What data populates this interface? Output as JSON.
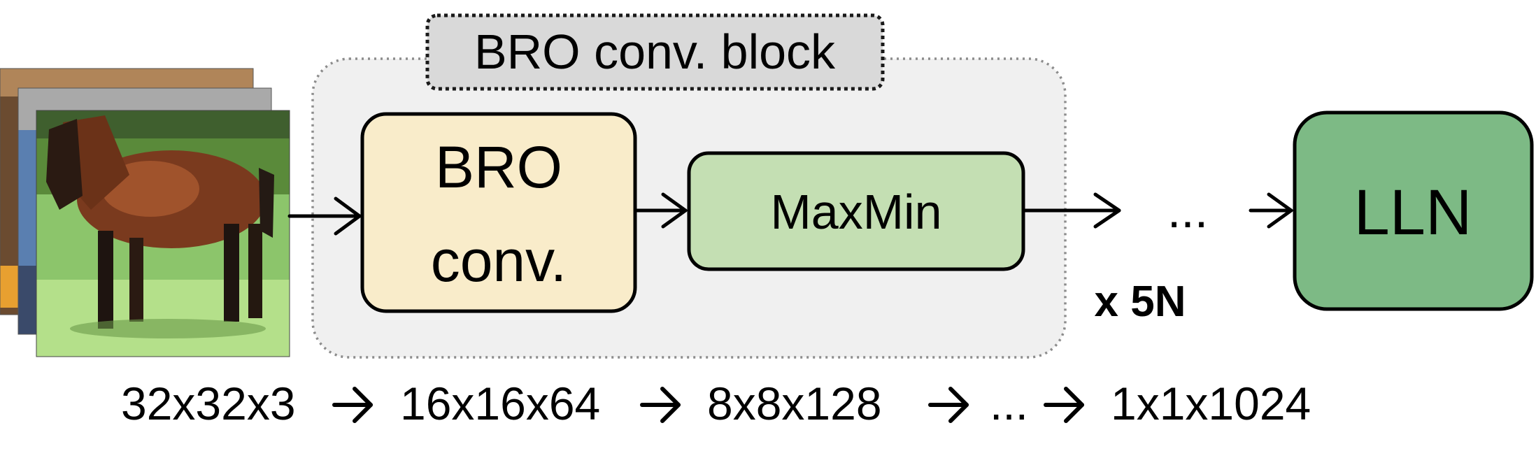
{
  "block": {
    "title": "BRO conv. block",
    "fill": "#f0f0f0",
    "title_fill": "#d9d9d9"
  },
  "bro_conv": {
    "line1": "BRO",
    "line2": "conv.",
    "fill": "#f9ecca"
  },
  "maxmin": {
    "label": "MaxMin",
    "fill": "#c4dfb3"
  },
  "ellipsis": "...",
  "repeat": "x 5N",
  "lln": {
    "label": "LLN",
    "fill": "#7dba85"
  },
  "shapes": [
    "32x32x3",
    "16x16x64",
    "8x8x128",
    "...",
    "1x1x1024"
  ],
  "input_image": {
    "subject": "horse",
    "icon": "image-stack-icon"
  }
}
